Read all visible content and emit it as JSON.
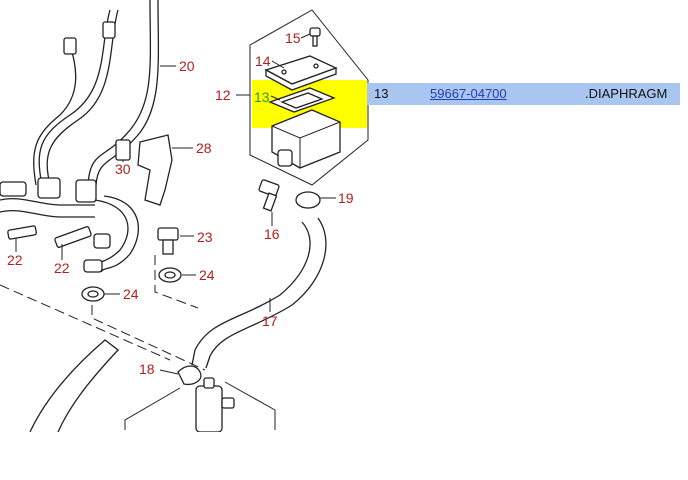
{
  "diagram": {
    "callouts": {
      "c12": "12",
      "c13": "13",
      "c14": "14",
      "c15": "15",
      "c16": "16",
      "c17": "17",
      "c18": "18",
      "c19": "19",
      "c20": "20",
      "c22a": "22",
      "c22b": "22",
      "c23": "23",
      "c24a": "24",
      "c24b": "24",
      "c28": "28",
      "c30": "30"
    },
    "highlight_color": "#ffff00"
  },
  "part_row": {
    "ref": "13",
    "part_number": "59667-04700",
    "description": ".DIAPHRAGM",
    "row_color": "#a8c6ef"
  }
}
